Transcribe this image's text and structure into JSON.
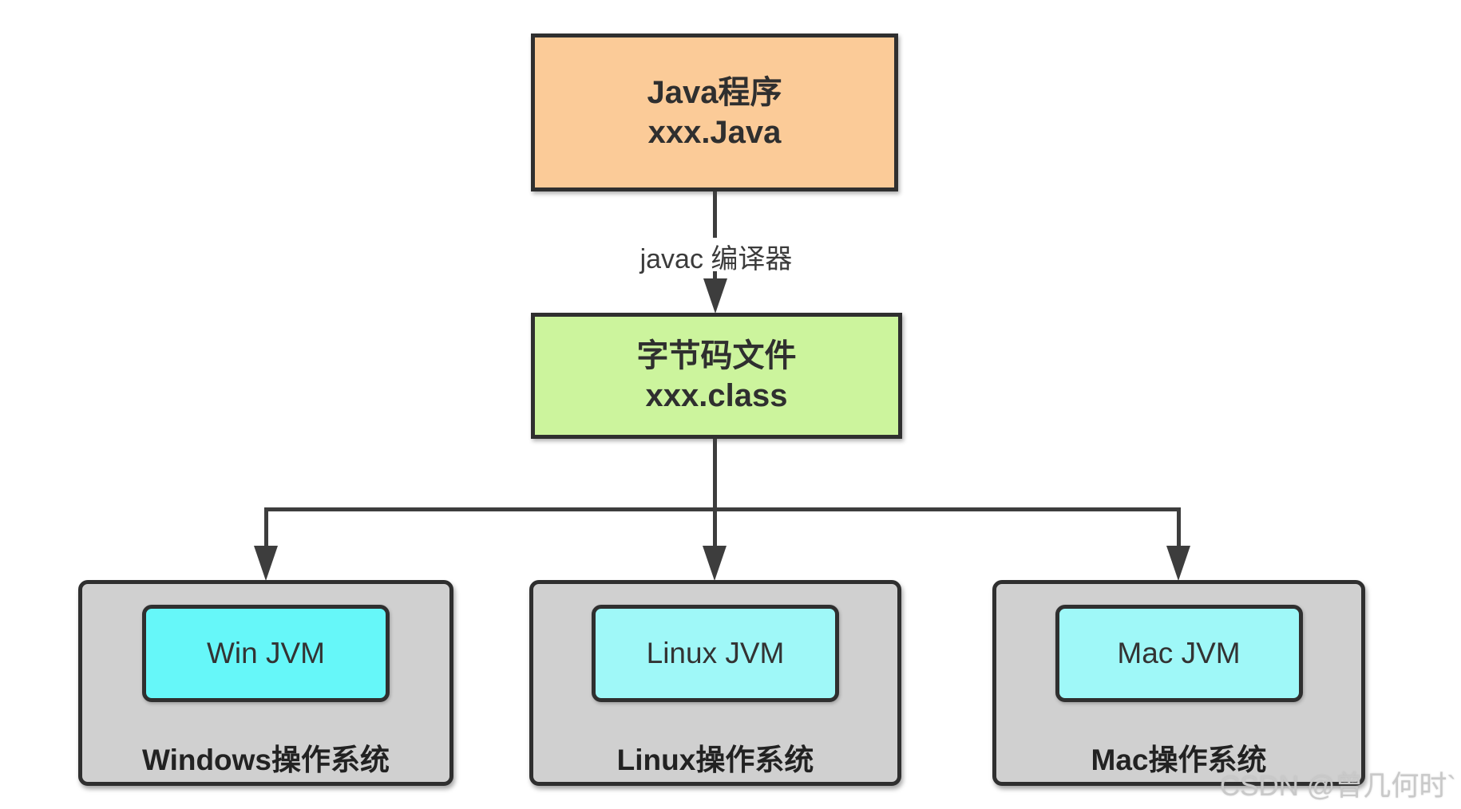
{
  "diagram": {
    "source_box": {
      "line1": "Java程序",
      "line2": "xxx.Java"
    },
    "compiler_label": "javac 编译器",
    "bytecode_box": {
      "line1": "字节码文件",
      "line2": "xxx.class"
    },
    "platforms": [
      {
        "jvm_label": "Win JVM",
        "os_label": "Windows操作系统"
      },
      {
        "jvm_label": "Linux JVM",
        "os_label": "Linux操作系统"
      },
      {
        "jvm_label": "Mac JVM",
        "os_label": "Mac操作系统"
      }
    ],
    "watermark": "CSDN @曾几何时`",
    "colors": {
      "source_box_fill": "#FBCB98",
      "bytecode_box_fill": "#CCF49D",
      "win_jvm_fill": "#66F7F9",
      "linux_jvm_fill": "#9FF8F8",
      "mac_jvm_fill": "#9FF8F8",
      "os_box_fill": "#D0D0D0",
      "box_border": "#2F2F2F",
      "connector_line": "#3D3D3D",
      "watermark_text": "#C9C9C9"
    }
  }
}
